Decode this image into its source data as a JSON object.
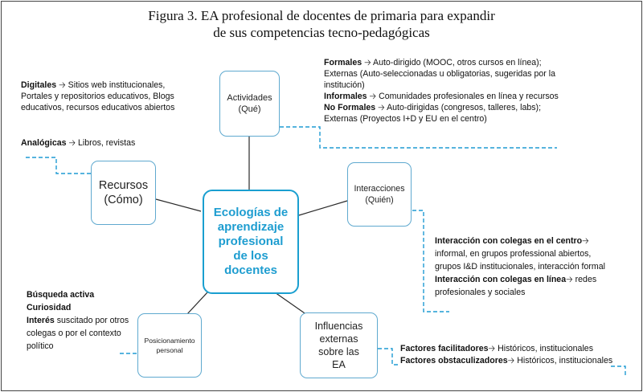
{
  "title": {
    "line1": "Figura 3. EA profesional de docentes de primaria para expandir",
    "line2": "de sus competencias tecno-pedagógicas"
  },
  "center": {
    "lines": [
      "Ecologías de",
      "aprendizaje",
      "profesional",
      "de los",
      "docentes"
    ]
  },
  "nodes": {
    "actividades": [
      "Actividades",
      "(Qué)"
    ],
    "recursos": [
      "Recursos",
      "(Cómo)"
    ],
    "interacciones": [
      "Interacciones",
      "(Quién)"
    ],
    "posicionamiento": [
      "Posicionamiento",
      "personal"
    ],
    "influencias": [
      "Influencias",
      "externas",
      "sobre las",
      "EA"
    ]
  },
  "actividades_text": {
    "formales_label": "Formales",
    "formales_text": "Auto-dirigido (MOOC, otros cursos en línea); Externas (Auto-seleccionadas u obligatorias, sugeridas por la institución)",
    "informales_label": "Informales",
    "informales_text": "Comunidades profesionales en línea y recursos",
    "noformales_label": "No Formales",
    "noformales_text": "Auto-dirigidas (congresos, talleres, labs); Externas (Proyectos I+D y EU en el centro)"
  },
  "recursos_text": {
    "digitales_label": "Digitales",
    "digitales_text": "Sitios web institucionales, Portales y repositorios educativos, Blogs educativos, recursos educativos abiertos",
    "analogicas_label": "Analógicas",
    "analogicas_text": "Libros, revistas"
  },
  "interacciones_text": {
    "centro_label": "Interacción con colegas en el centro",
    "centro_text": "informal, en grupos professional abiertos, grupos I&D institucionales, interacción formal",
    "linea_label": "Interacción con colegas en línea",
    "linea_text": "redes profesionales y sociales"
  },
  "posicionamiento_text": {
    "busqueda": "Búsqueda activa",
    "curiosidad": "Curiosidad",
    "interes_label": "Interés",
    "interes_text": "suscitado por otros colegas o por el contexto político"
  },
  "influencias_text": {
    "facilitadores_label": "Factores facilitadores",
    "facilitadores_text": "Históricos, institucionales",
    "obstaculizadores_label": "Factores obstaculizadores",
    "obstaculizadores_text": "Históricos, institucionales"
  },
  "arrow": "🡢",
  "colors": {
    "line": "#1f9bd3",
    "center_text": "#1e9dd0",
    "border": "#5fa9cf"
  }
}
